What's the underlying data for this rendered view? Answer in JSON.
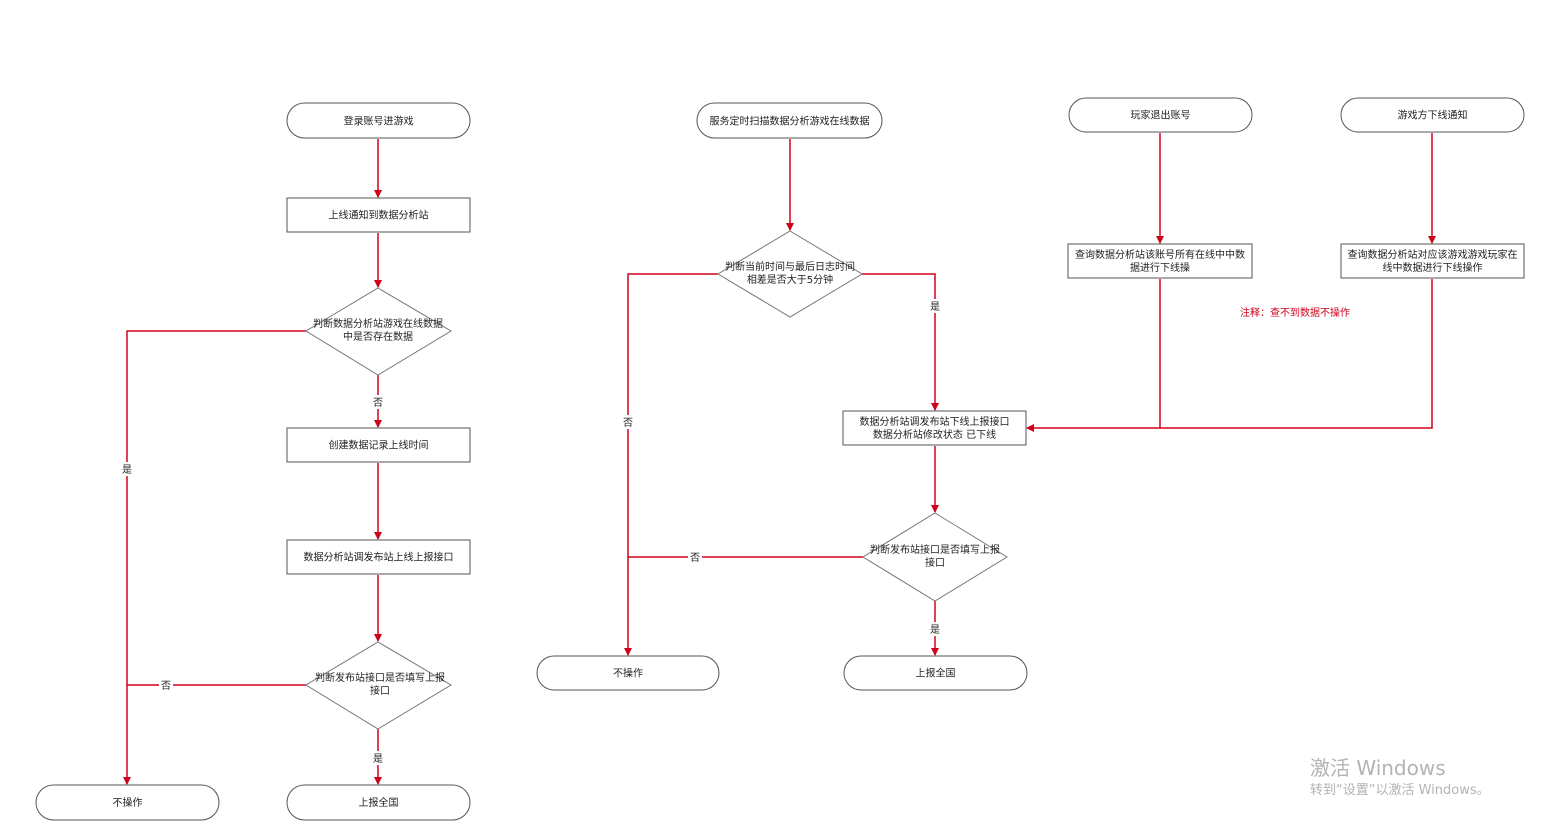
{
  "colors": {
    "edge": "#d0021b",
    "node_border": "#555555",
    "note": "#d0021b"
  },
  "nodes": {
    "login_game": "登录账号进游戏",
    "online_notify": "上线通知到数据分析站",
    "check_online_exists": "判断数据分析站游戏在线数据\n中是否存在数据",
    "create_record": "创建数据记录上线时间",
    "call_online_api": "数据分析站调发布站上线上报接口",
    "check_api_filled_left": "判断发布站接口是否填写上报\n接口",
    "no_op_left": "不操作",
    "report_nation_left": "上报全国",
    "scan_service": "服务定时扫描数据分析游戏在线数据",
    "check_time_diff": "判断当前时间与最后日志时间\n相差是否大于5分钟",
    "call_offline_api": "数据分析站调发布站下线上报接口\n数据分析站修改状态  已下线",
    "check_api_filled_mid": "判断发布站接口是否填写上报\n接口",
    "no_op_mid": "不操作",
    "report_nation_mid": "上报全国",
    "player_logout": "玩家退出账号",
    "query_account": "查询数据分析站该账号所有在线中中数\n据进行下线操",
    "game_offline_notify": "游戏方下线通知",
    "query_game_players": "查询数据分析站对应该游戏游戏玩家在\n线中数据进行下线操作"
  },
  "edge_labels": {
    "left_no_1": "否",
    "left_yes_1": "是",
    "left_no_2": "否",
    "left_yes_2": "是",
    "mid_yes_1": "是",
    "mid_no_1": "否",
    "mid_no_2": "否",
    "mid_yes_2": "是"
  },
  "note": "注释：查不到数据不操作",
  "watermark": {
    "title": "激活 Windows",
    "subtitle": "转到“设置”以激活 Windows。"
  }
}
